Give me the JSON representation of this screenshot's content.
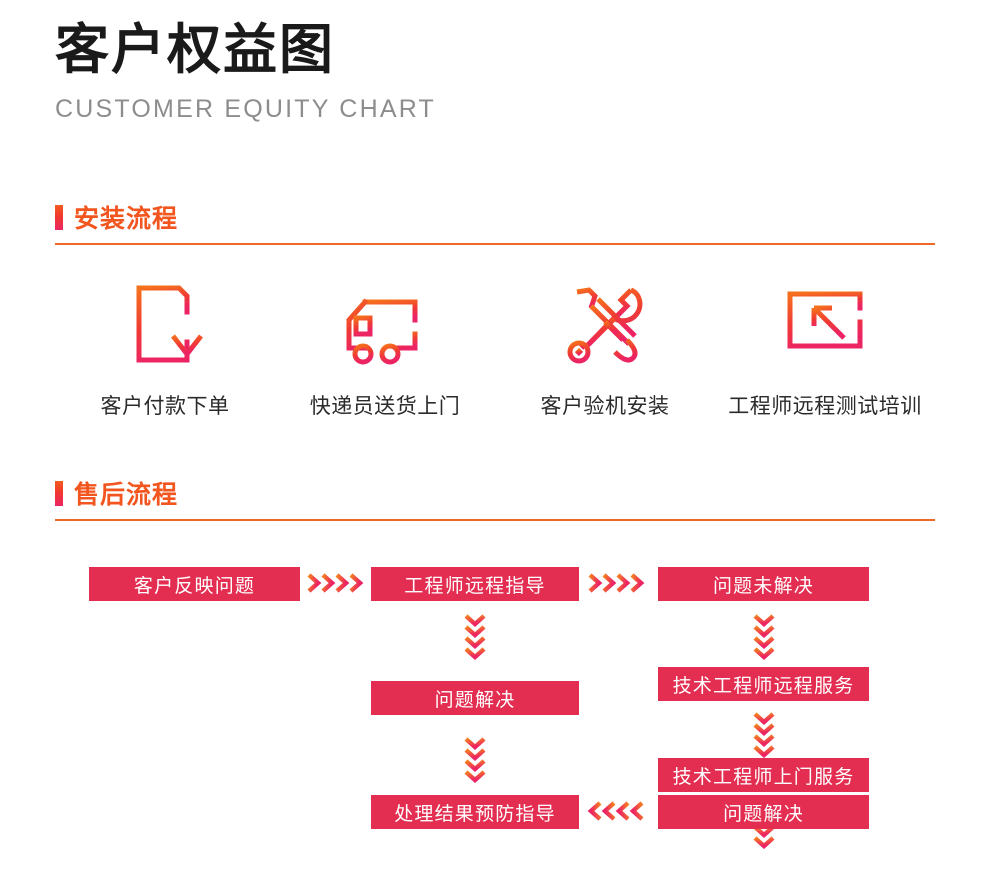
{
  "header": {
    "title_cn": "客户权益图",
    "title_en": "CUSTOMER EQUITY CHART"
  },
  "colors": {
    "accent_orange": "#f3551f",
    "accent_red": "#e32e51",
    "rule": "#ef6a25",
    "title_dark": "#1a1a1a",
    "subtitle_gray": "#8d8d8d",
    "chevron_start": "#f5821f",
    "chevron_end": "#ec2463"
  },
  "sections": [
    {
      "title": "安装流程"
    },
    {
      "title": "售后流程"
    }
  ],
  "install_steps": [
    {
      "icon": "document-download-icon",
      "label": "客户付款下单"
    },
    {
      "icon": "delivery-truck-icon",
      "label": "快递员送货上门"
    },
    {
      "icon": "wrench-screwdriver-icon",
      "label": "客户验机安装"
    },
    {
      "icon": "monitor-remote-icon",
      "label": "工程师远程测试培训"
    }
  ],
  "flow": {
    "boxes": [
      {
        "id": "customer-report",
        "label": "客户反映问题"
      },
      {
        "id": "engineer-remote-guide",
        "label": "工程师远程指导"
      },
      {
        "id": "problem-unresolved",
        "label": "问题未解决"
      },
      {
        "id": "problem-solved-mid",
        "label": "问题解决"
      },
      {
        "id": "tech-remote-service",
        "label": "技术工程师远程服务"
      },
      {
        "id": "tech-onsite-service",
        "label": "技术工程师上门服务"
      },
      {
        "id": "problem-solved-right",
        "label": "问题解决"
      },
      {
        "id": "result-prevention-guide",
        "label": "处理结果预防指导"
      }
    ]
  }
}
